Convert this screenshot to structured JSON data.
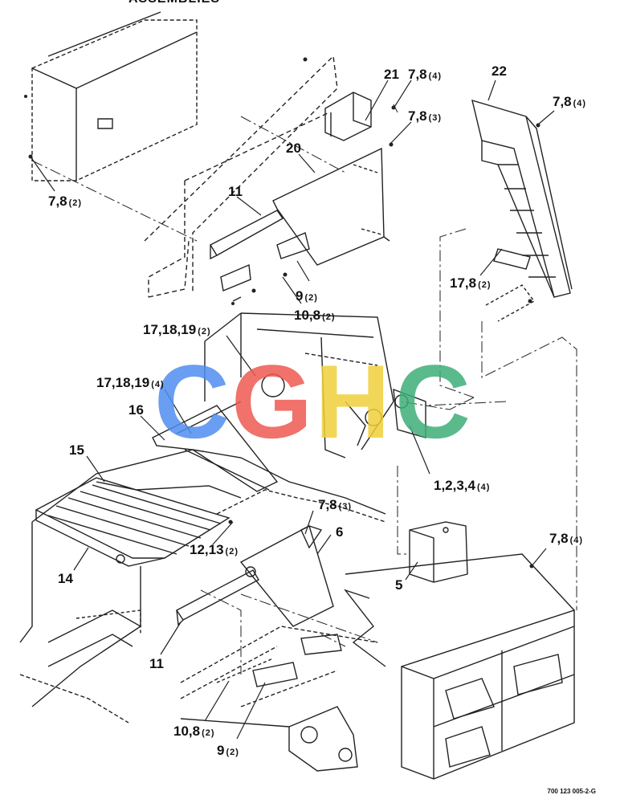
{
  "title": "ASSEMBLIES",
  "drawing_code": "700 123 005-2-G",
  "watermark": {
    "letters": [
      "C",
      "G",
      "H",
      "C"
    ],
    "colors": [
      "#4f8ef0",
      "#ee5a52",
      "#f0cf3a",
      "#3fae78"
    ]
  },
  "labels": [
    {
      "id": "c1",
      "text": "7,8",
      "qty": "(2)"
    },
    {
      "id": "c2",
      "text": "21",
      "qty": ""
    },
    {
      "id": "c3",
      "text": "7,8",
      "qty": "(4)"
    },
    {
      "id": "c4",
      "text": "7,8",
      "qty": "(3)"
    },
    {
      "id": "c5",
      "text": "22",
      "qty": ""
    },
    {
      "id": "c6",
      "text": "7,8",
      "qty": "(4)"
    },
    {
      "id": "c7",
      "text": "20",
      "qty": ""
    },
    {
      "id": "c8",
      "text": "11",
      "qty": ""
    },
    {
      "id": "c9",
      "text": "9",
      "qty": "(2)"
    },
    {
      "id": "c10",
      "text": "10,8",
      "qty": "(2)"
    },
    {
      "id": "c11",
      "text": "17,8",
      "qty": "(2)"
    },
    {
      "id": "c12",
      "text": "17,18,19",
      "qty": "(2)"
    },
    {
      "id": "c13",
      "text": "17,18,19",
      "qty": "(4)"
    },
    {
      "id": "c14",
      "text": "16",
      "qty": ""
    },
    {
      "id": "c15",
      "text": "15",
      "qty": ""
    },
    {
      "id": "c16",
      "text": "1,2,3,4",
      "qty": "(4)"
    },
    {
      "id": "c17",
      "text": "7,8",
      "qty": "(3)"
    },
    {
      "id": "c18",
      "text": "6",
      "qty": ""
    },
    {
      "id": "c19",
      "text": "7,8",
      "qty": "(4)"
    },
    {
      "id": "c20",
      "text": "12,13",
      "qty": "(2)"
    },
    {
      "id": "c21",
      "text": "14",
      "qty": ""
    },
    {
      "id": "c22",
      "text": "5",
      "qty": ""
    },
    {
      "id": "c23",
      "text": "11",
      "qty": ""
    },
    {
      "id": "c24",
      "text": "10,8",
      "qty": "(2)"
    },
    {
      "id": "c25",
      "text": "9",
      "qty": "(2)"
    }
  ]
}
